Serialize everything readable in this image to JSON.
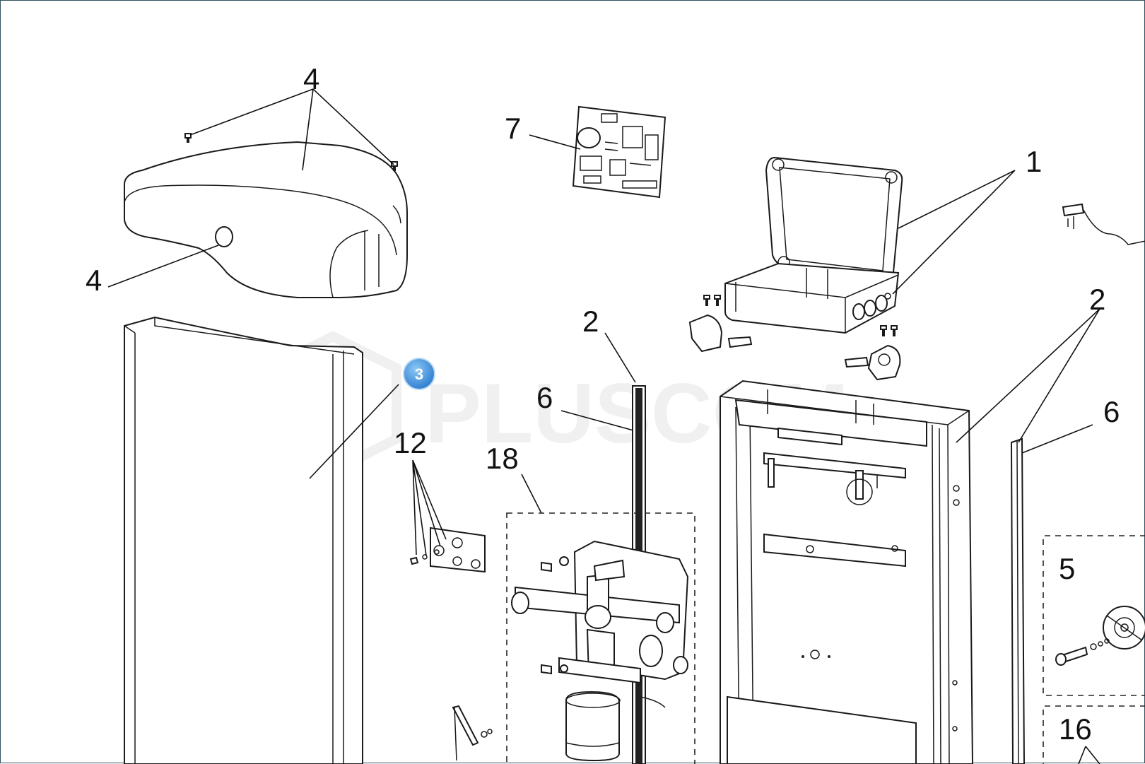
{
  "watermark": "PLUSCOM",
  "hotspot_badge": "3",
  "callouts": {
    "cover_top": "4",
    "cover_knob": "4",
    "control_board": "7",
    "control_box": "1",
    "pillar_strip_center": "2",
    "pillar_strip_right": "2",
    "gasket_center": "6",
    "gasket_right": "6",
    "fixing_plate": "12",
    "motor_group": "18",
    "release_kit": "5",
    "accessory_group": "16"
  },
  "colors": {
    "line": "#1a1a1a",
    "badge": "#3a8fd9",
    "frame_border": "#2f4f5f"
  }
}
